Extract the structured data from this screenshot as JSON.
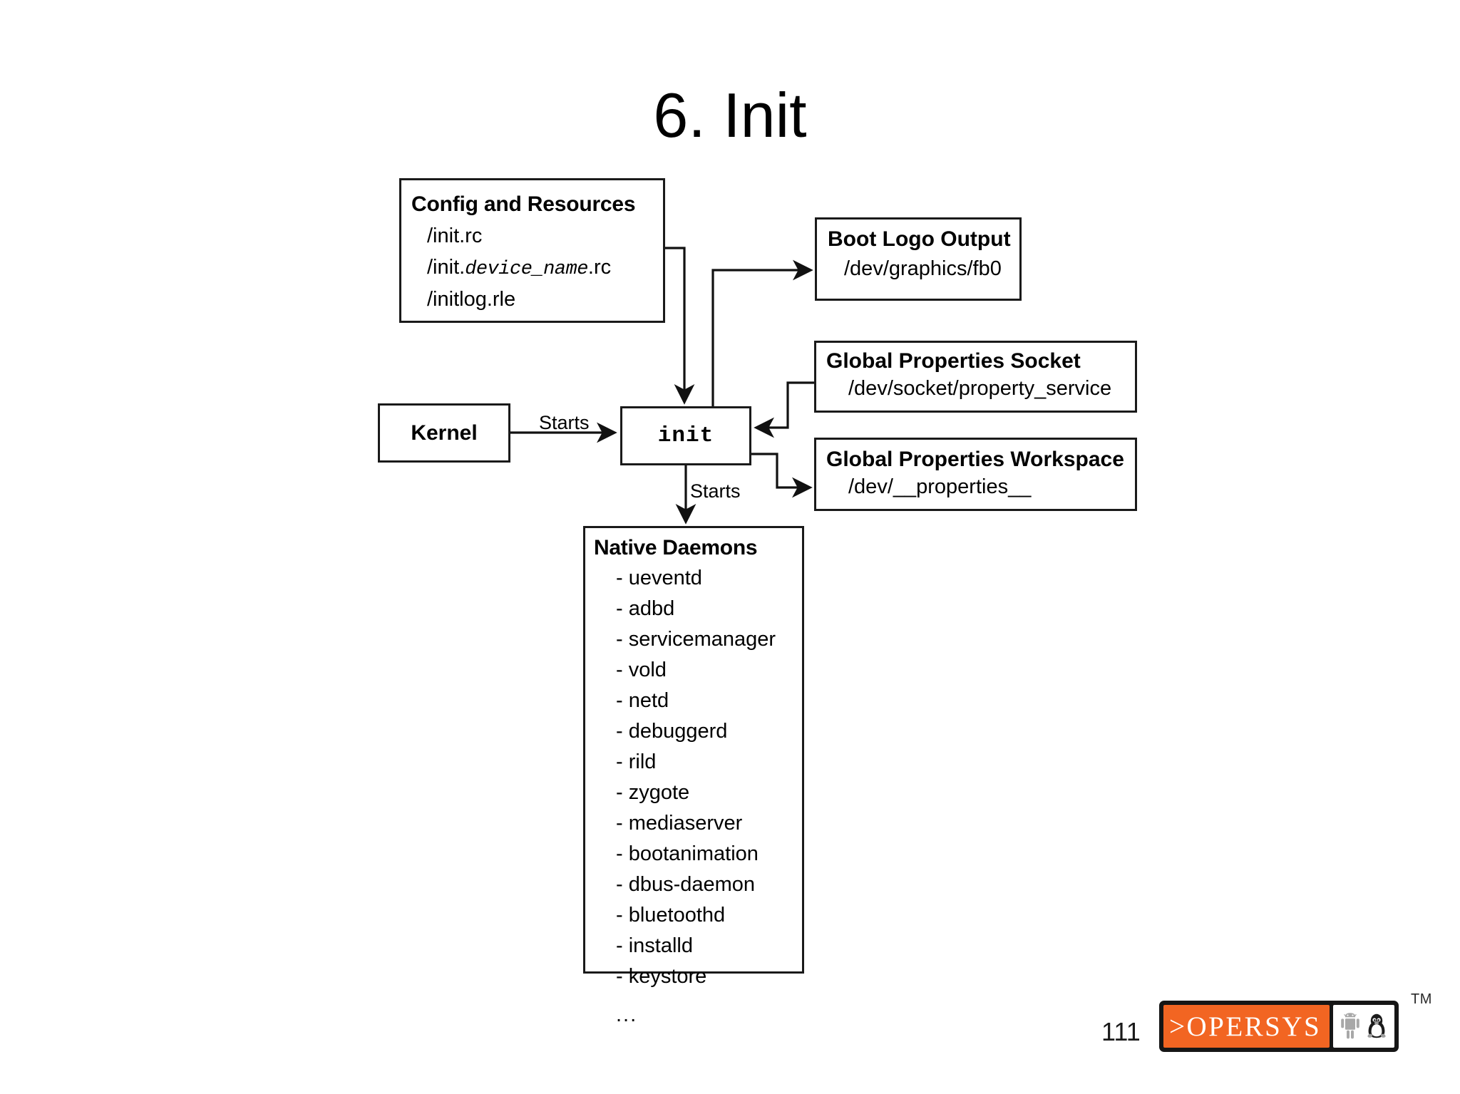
{
  "slide": {
    "title": "6. Init",
    "page_number": "111"
  },
  "boxes": {
    "config": {
      "title": "Config and Resources",
      "lines": [
        {
          "prefix": "/init.rc",
          "italic": "",
          "suffix": ""
        },
        {
          "prefix": "/init.",
          "italic": "device_name",
          "suffix": ".rc"
        },
        {
          "prefix": "/initlog.rle",
          "italic": "",
          "suffix": ""
        }
      ],
      "line1": "/init.rc",
      "line2_prefix": "/init.",
      "line2_italic": "device_name",
      "line2_suffix": ".rc",
      "line3": "/initlog.rle"
    },
    "boot_logo": {
      "title": "Boot Logo Output",
      "path": "/dev/graphics/fb0"
    },
    "global_properties_socket": {
      "title": "Global Properties Socket",
      "path": "/dev/socket/property_service"
    },
    "global_properties_workspace": {
      "title": "Global Properties Workspace",
      "path": "/dev/__properties__"
    },
    "kernel": {
      "title": "Kernel"
    },
    "init": {
      "title": "init"
    },
    "native_daemons": {
      "title": "Native Daemons",
      "items": [
        "- ueventd",
        "- adbd",
        "- servicemanager",
        "- vold",
        "- netd",
        "- debuggerd",
        "- rild",
        "- zygote",
        "- mediaserver",
        "- bootanimation",
        "- dbus-daemon",
        "- bluetoothd",
        "- installd",
        "- keystore"
      ],
      "ellipsis": "..."
    }
  },
  "edges": {
    "kernel_to_init": "Starts",
    "init_to_daemons": "Starts"
  },
  "footer": {
    "logo_text": ">OPERSYS",
    "trademark": "TM",
    "logo_bg_color": "#f26522",
    "logo_border_color": "#161616",
    "android_icon": "android-robot-icon",
    "linux_icon": "tux-penguin-icon"
  }
}
